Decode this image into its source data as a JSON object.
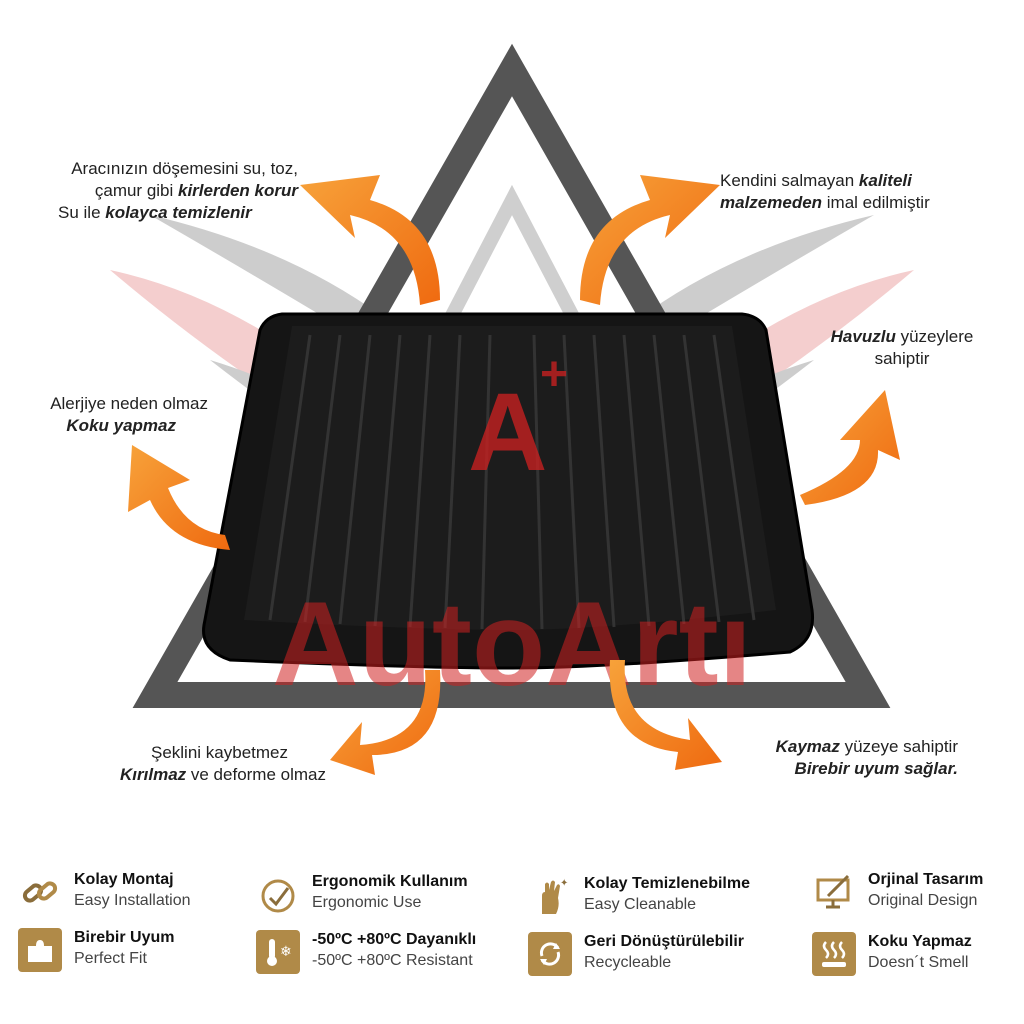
{
  "brand": {
    "logo_text": "AutoArtı",
    "logo_mark": "A+",
    "accent": "#f07d1a",
    "logo_color": "#d02020"
  },
  "callouts": {
    "top_left": {
      "line1": "Aracınızın döşemesini su, toz,",
      "line2a": "çamur  gibi ",
      "line2b": "kirlerden korur",
      "line3a": "Su ile ",
      "line3b": "kolayca temizlenir"
    },
    "mid_left": {
      "line1": "Alerjiye neden olmaz",
      "line2": "Koku yapmaz"
    },
    "bottom_left": {
      "line1": "Şeklini kaybetmez",
      "line2a": "Kırılmaz",
      "line2b": " ve deforme olmaz"
    },
    "top_right": {
      "line1a": "Kendini salmayan ",
      "line1b": "kaliteli",
      "line2a": "malzemeden",
      "line2b": " imal edilmiştir"
    },
    "mid_right": {
      "line1a": "Havuzlu",
      "line1b": " yüzeylere",
      "line2": "sahiptir"
    },
    "bottom_right": {
      "line1a": "Kaymaz",
      "line1b": " yüzeye sahiptir",
      "line2": "Birebir uyum sağlar."
    }
  },
  "features": [
    {
      "title": "Kolay Montaj",
      "subtitle": "Easy Installation",
      "icon": "chain-link-icon"
    },
    {
      "title": "Ergonomik Kullanım",
      "subtitle": "Ergonomic Use",
      "icon": "ergonomic-icon"
    },
    {
      "title": "Kolay Temizlenebilme",
      "subtitle": "Easy Cleanable",
      "icon": "clean-hand-icon"
    },
    {
      "title": "Orjinal Tasarım",
      "subtitle": "Original Design",
      "icon": "design-monitor-icon"
    },
    {
      "title": "Birebir Uyum",
      "subtitle": "Perfect Fit",
      "icon": "puzzle-icon"
    },
    {
      "title": "-50ºC +80ºC Dayanıklı",
      "subtitle": "-50ºC +80ºC Resistant",
      "icon": "temperature-icon"
    },
    {
      "title": "Geri Dönüştürülebilir",
      "subtitle": "Recycleable",
      "icon": "recycle-icon"
    },
    {
      "title": "Koku Yapmaz",
      "subtitle": "Doesn´t Smell",
      "icon": "no-smell-icon"
    }
  ]
}
